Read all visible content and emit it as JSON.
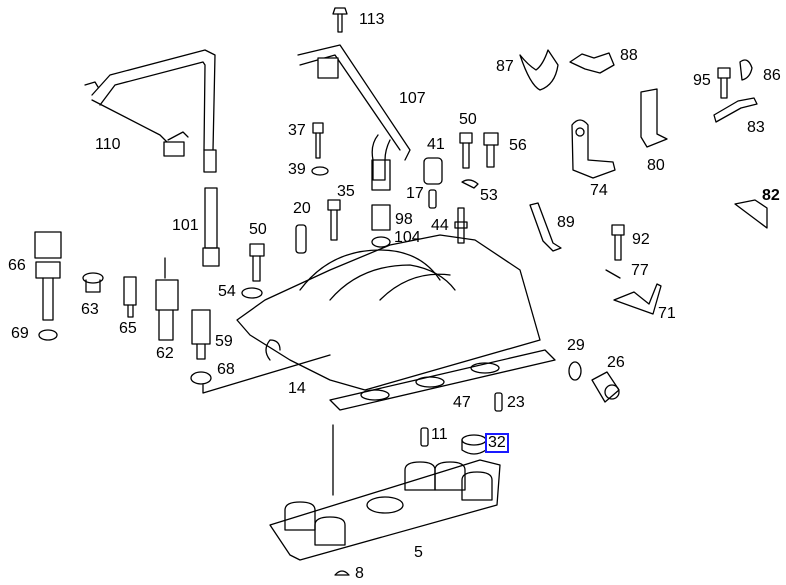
{
  "diagram": {
    "title": "Intake manifold exploded parts diagram",
    "selected_part": "32",
    "highlight_color": "#1a1aff",
    "callouts": [
      {
        "id": "113",
        "label": "113"
      },
      {
        "id": "110",
        "label": "110"
      },
      {
        "id": "107",
        "label": "107"
      },
      {
        "id": "87",
        "label": "87"
      },
      {
        "id": "88",
        "label": "88"
      },
      {
        "id": "95",
        "label": "95"
      },
      {
        "id": "86",
        "label": "86"
      },
      {
        "id": "83",
        "label": "83"
      },
      {
        "id": "80",
        "label": "80"
      },
      {
        "id": "74",
        "label": "74"
      },
      {
        "id": "82",
        "label": "82"
      },
      {
        "id": "37",
        "label": "37"
      },
      {
        "id": "39",
        "label": "39"
      },
      {
        "id": "35",
        "label": "35"
      },
      {
        "id": "50a",
        "label": "50"
      },
      {
        "id": "56",
        "label": "56"
      },
      {
        "id": "41",
        "label": "41"
      },
      {
        "id": "17",
        "label": "17"
      },
      {
        "id": "53",
        "label": "53"
      },
      {
        "id": "101",
        "label": "101"
      },
      {
        "id": "20",
        "label": "20"
      },
      {
        "id": "98",
        "label": "98"
      },
      {
        "id": "104",
        "label": "104"
      },
      {
        "id": "44",
        "label": "44"
      },
      {
        "id": "89",
        "label": "89"
      },
      {
        "id": "92",
        "label": "92"
      },
      {
        "id": "77",
        "label": "77"
      },
      {
        "id": "71",
        "label": "71"
      },
      {
        "id": "66",
        "label": "66"
      },
      {
        "id": "63",
        "label": "63"
      },
      {
        "id": "65",
        "label": "65"
      },
      {
        "id": "62",
        "label": "62"
      },
      {
        "id": "50b",
        "label": "50"
      },
      {
        "id": "54",
        "label": "54"
      },
      {
        "id": "59",
        "label": "59"
      },
      {
        "id": "68",
        "label": "68"
      },
      {
        "id": "69",
        "label": "69"
      },
      {
        "id": "14",
        "label": "14"
      },
      {
        "id": "29",
        "label": "29"
      },
      {
        "id": "26",
        "label": "26"
      },
      {
        "id": "47",
        "label": "47"
      },
      {
        "id": "23",
        "label": "23"
      },
      {
        "id": "11",
        "label": "11"
      },
      {
        "id": "32",
        "label": "32"
      },
      {
        "id": "5",
        "label": "5"
      },
      {
        "id": "8",
        "label": "8"
      }
    ]
  }
}
